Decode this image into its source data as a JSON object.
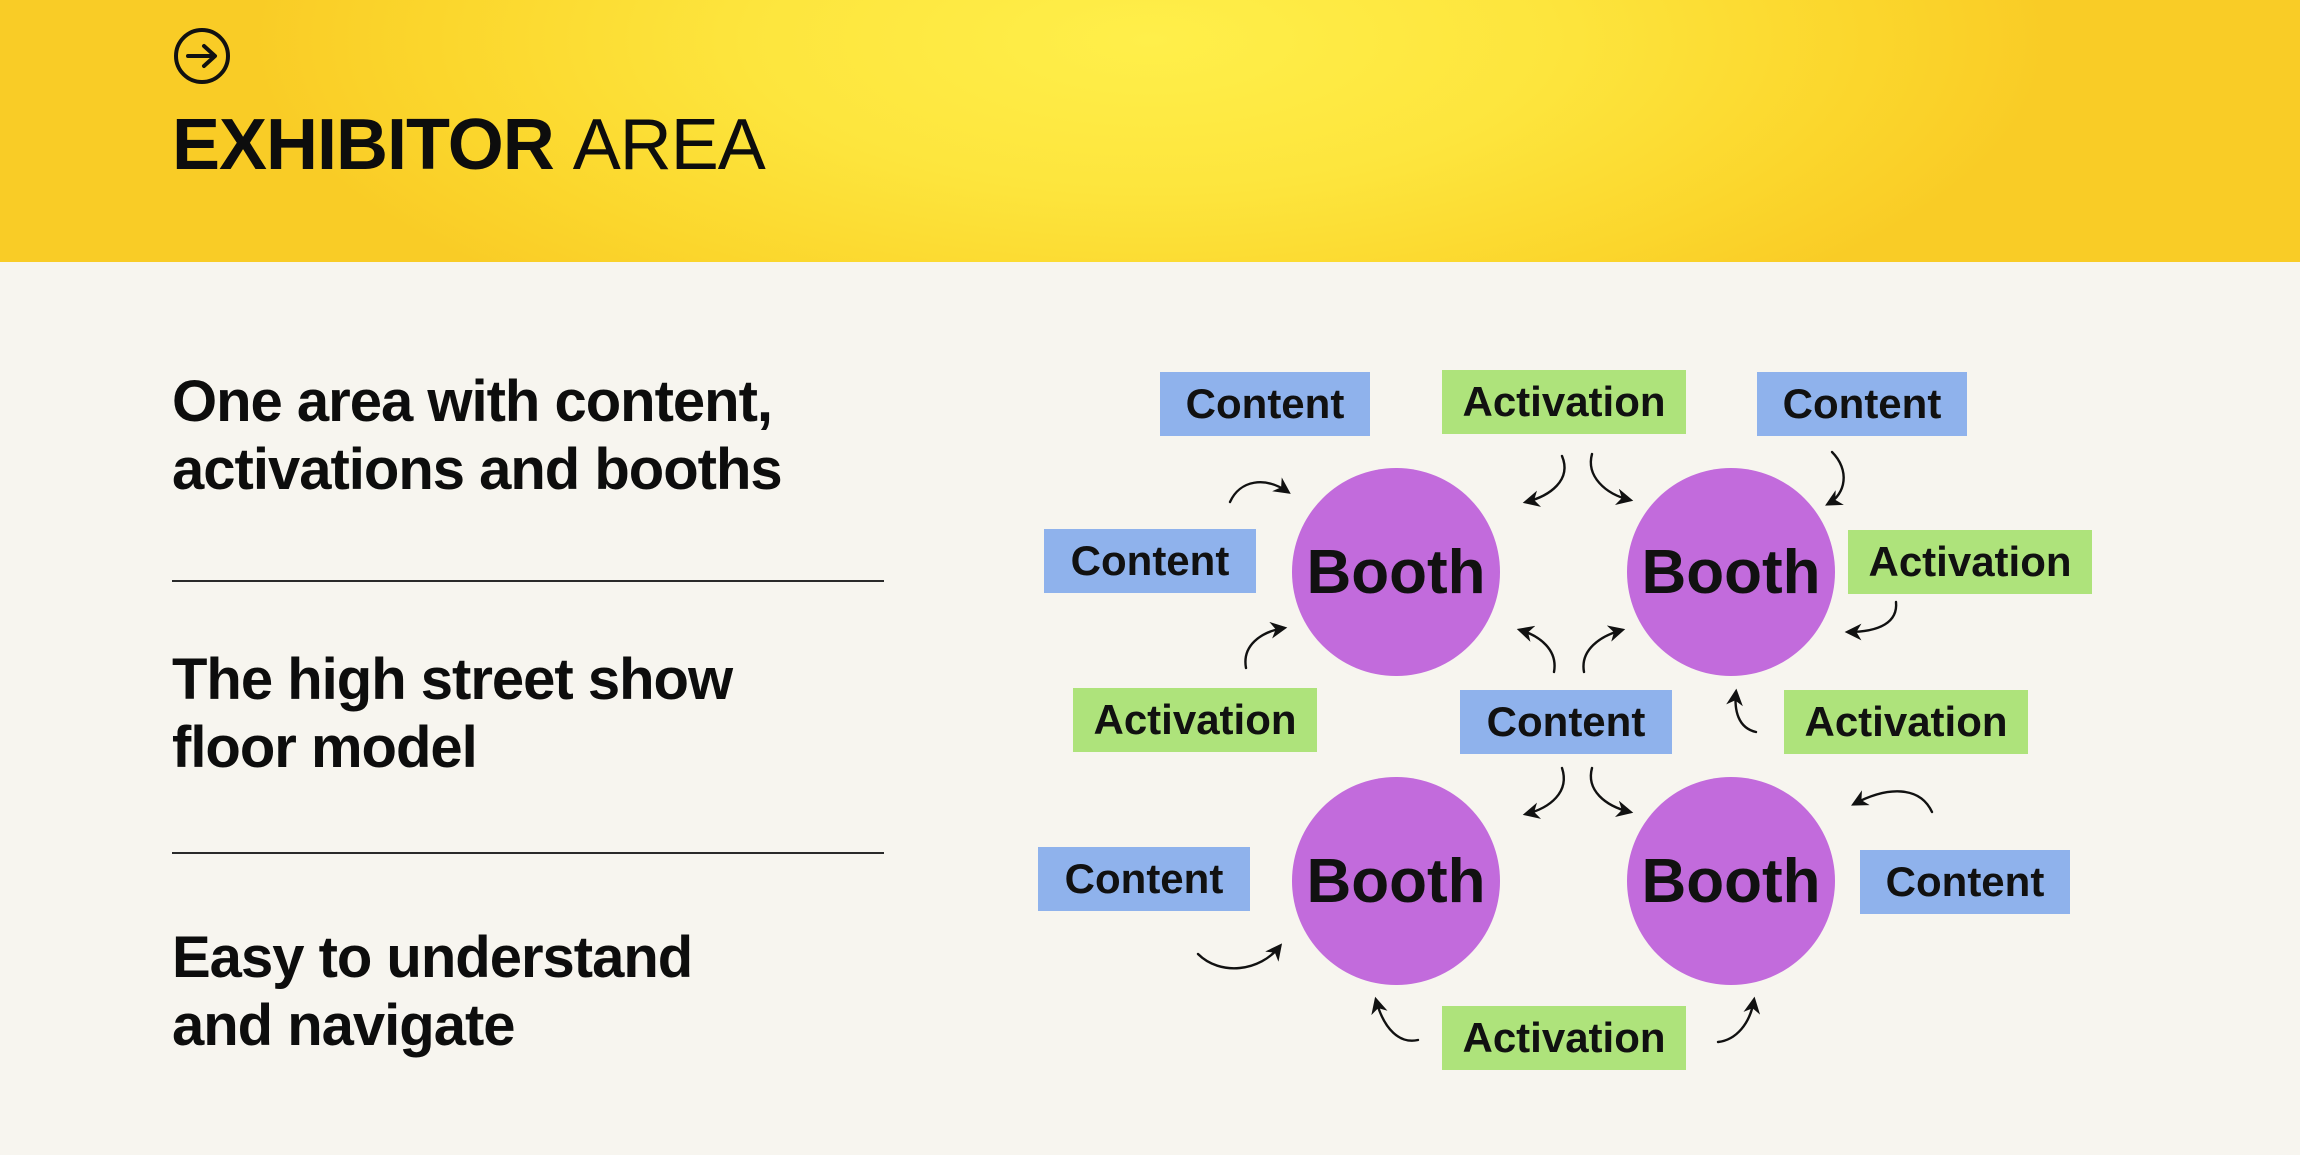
{
  "header": {
    "title_bold": "EXHIBITOR",
    "title_light": "AREA",
    "icon": "arrow-right-circle-icon",
    "bg_color": "#fde53d"
  },
  "points": [
    {
      "line1": "One area with content,",
      "line2": "activations and booths"
    },
    {
      "line1": "The high street show",
      "line2": "floor model"
    },
    {
      "line1": "Easy to understand",
      "line2": "and navigate"
    }
  ],
  "diagram": {
    "booth_label": "Booth",
    "booth_color": "#c26bdc",
    "content_color": "#8fb2ec",
    "activation_color": "#aee37b",
    "tags": {
      "content_top_left": "Content",
      "activation_top_center": "Activation",
      "content_top_right": "Content",
      "content_mid_left": "Content",
      "activation_mid_right": "Activation",
      "activation_left": "Activation",
      "content_center": "Content",
      "activation_right": "Activation",
      "content_bottom_left": "Content",
      "content_bottom_right": "Content",
      "activation_bottom_center": "Activation"
    }
  }
}
